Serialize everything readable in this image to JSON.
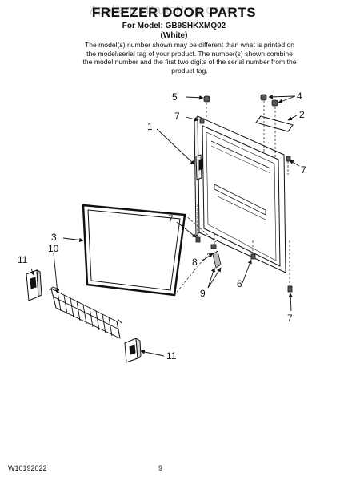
{
  "watermark": "AppliancePartsPros.com",
  "header": {
    "title": "FREEZER DOOR PARTS",
    "model_line": "For Model: GB9SHKXMQ02",
    "color_line": "(White)",
    "note": "The model(s) number shown may be different than what is printed on the model/serial tag of your product. The number(s) shown combine the model number and the first two digits of the serial number from the product tag."
  },
  "callouts": {
    "c1": "1",
    "c2": "2",
    "c3": "3",
    "c4": "4",
    "c5": "5",
    "c6": "6",
    "c7a": "7",
    "c7b": "7",
    "c7c": "7",
    "c7d": "7",
    "c8": "8",
    "c9": "9",
    "c10": "10",
    "c11a": "11",
    "c11b": "11"
  },
  "footer": {
    "doc_number": "W10192022",
    "page_number": "9"
  }
}
